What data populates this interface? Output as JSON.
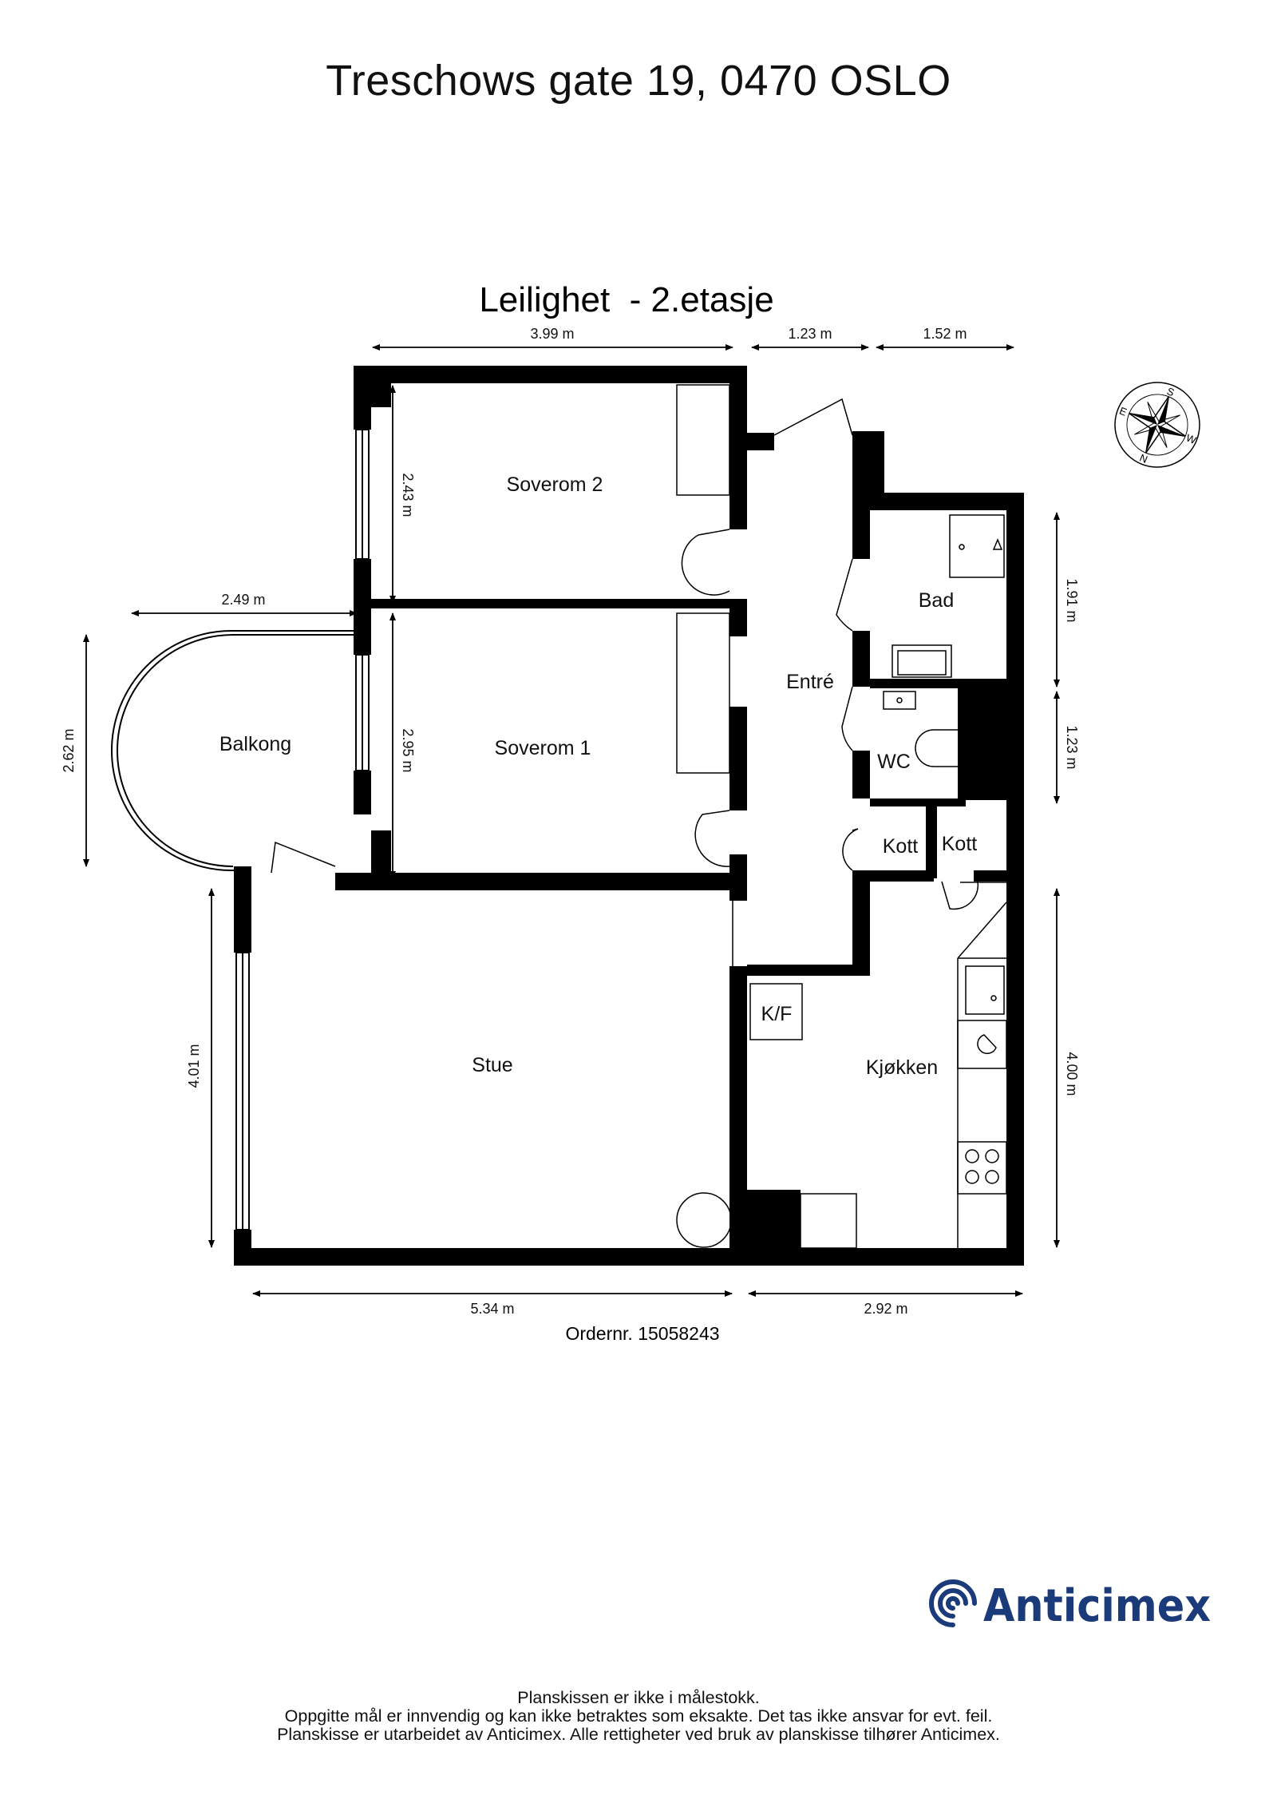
{
  "address": "Treschows gate 19, 0470 OSLO",
  "floor_title": "Leilighet  - 2.etasje",
  "order_number": "Ordernr. 15058243",
  "rooms": {
    "soverom2": "Soverom 2",
    "soverom1": "Soverom 1",
    "balkong": "Balkong",
    "entre": "Entré",
    "bad": "Bad",
    "wc": "WC",
    "kott_a": "Kott",
    "kott_b": "Kott",
    "stue": "Stue",
    "kf": "K/F",
    "kjokken": "Kjøkken"
  },
  "dimensions": {
    "top_soverom": "3.99 m",
    "top_entre": "1.23 m",
    "top_bad": "1.52 m",
    "balkong_width": "2.49 m",
    "balkong_depth": "2.62 m",
    "soverom2_depth": "2.43 m",
    "soverom1_depth": "2.95 m",
    "bad_depth": "1.91 m",
    "wc_depth": "1.23 m",
    "stue_depth": "4.01 m",
    "kjokken_depth": "4.00 m",
    "stue_width": "5.34 m",
    "kjokken_width": "2.92 m"
  },
  "compass": {
    "letters": [
      "S",
      "W",
      "N",
      "E"
    ]
  },
  "logo": {
    "text": "Anticimex",
    "color": "#1a3a7a"
  },
  "footer": [
    "Planskissen er ikke i målestokk.",
    "Oppgitte mål er innvendig og kan ikke betraktes som eksakte. Det tas ikke ansvar for evt. feil.",
    "Planskisse er utarbeidet av Anticimex. Alle rettigheter ved bruk av planskisse tilhører Anticimex."
  ]
}
